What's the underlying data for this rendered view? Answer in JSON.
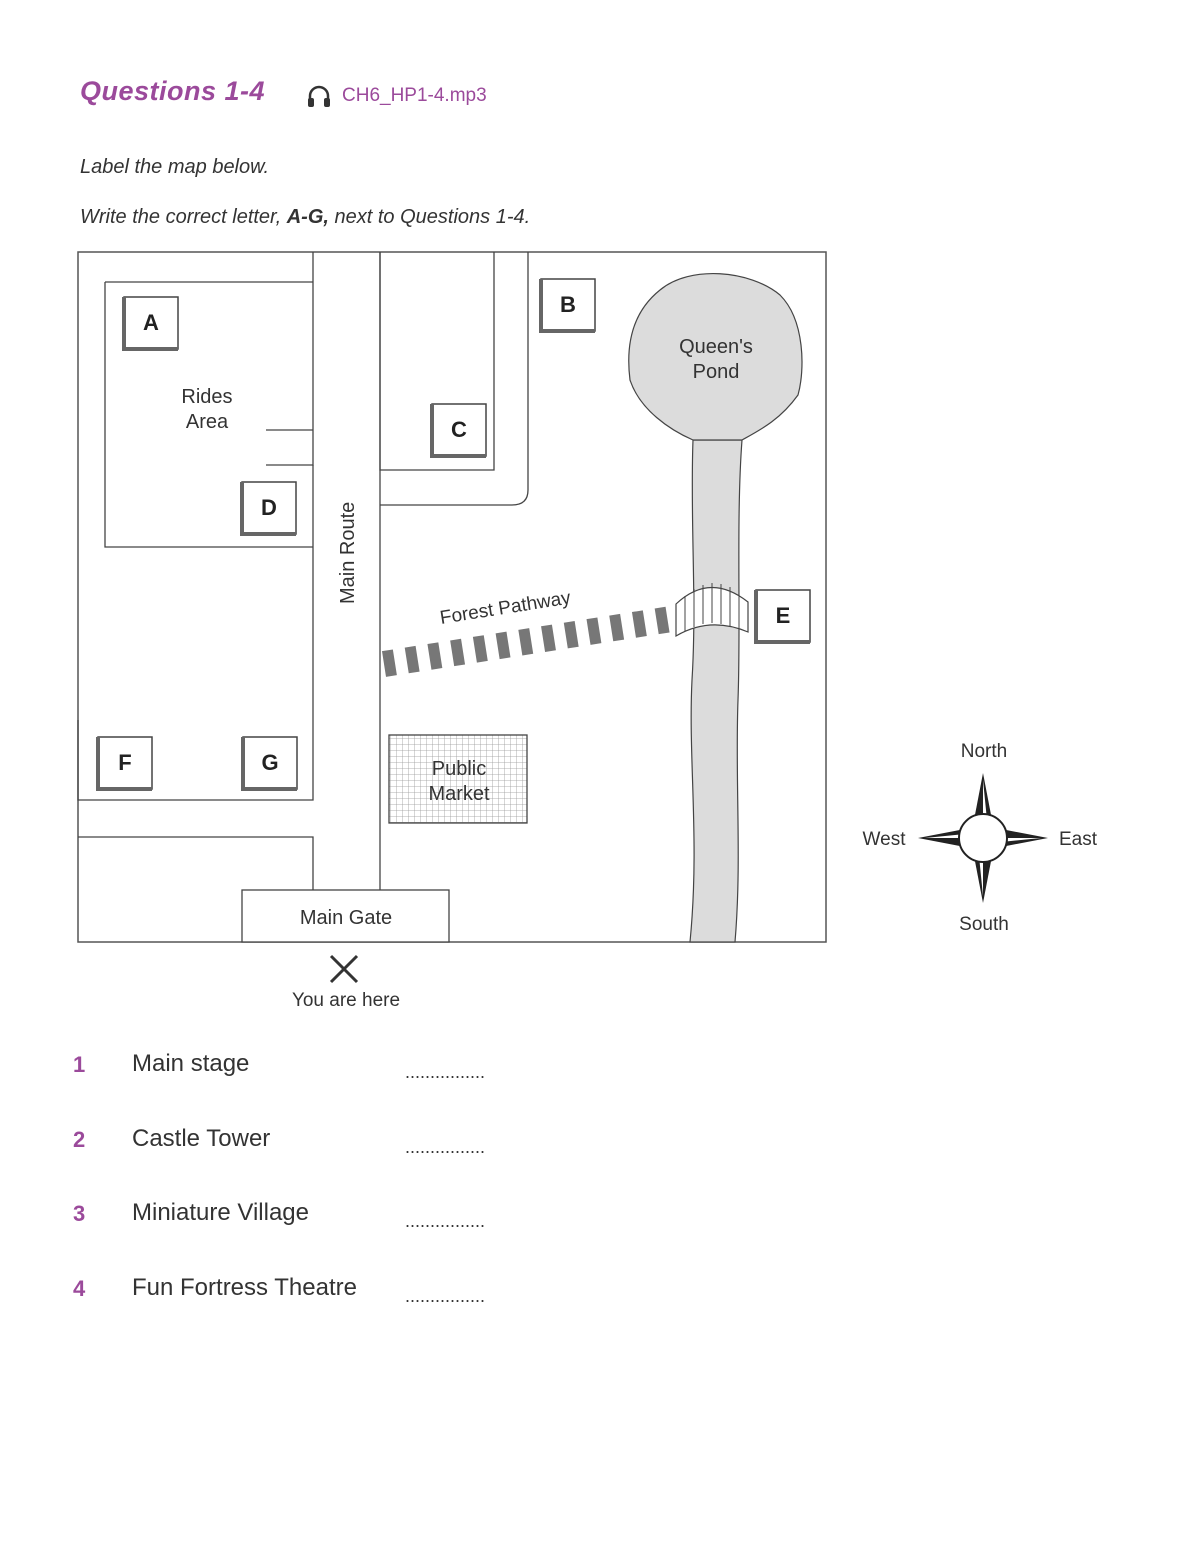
{
  "header": {
    "title": "Questions 1-4",
    "audio_file": "CH6_HP1-4.mp3",
    "audio_icon": "headphones-icon",
    "accent_color": "#9b4a9b"
  },
  "instructions": {
    "line1": "Label the map below.",
    "line2_pre": "Write the correct letter, ",
    "line2_bold": "A-G,",
    "line2_post": " next to Questions 1-4."
  },
  "map": {
    "letters": [
      "A",
      "B",
      "C",
      "D",
      "E",
      "F",
      "G"
    ],
    "rides_area": [
      "Rides",
      "Area"
    ],
    "queens_pond": [
      "Queen's",
      "Pond"
    ],
    "main_route": "Main Route",
    "forest_pathway": "Forest Pathway",
    "public_market": [
      "Public",
      "Market"
    ],
    "main_gate": "Main Gate",
    "you_are_here": "You are here",
    "compass": {
      "north": "North",
      "south": "South",
      "east": "East",
      "west": "West"
    }
  },
  "questions": [
    {
      "number": "1",
      "text": "Main stage",
      "blank": "................"
    },
    {
      "number": "2",
      "text": "Castle Tower",
      "blank": "................"
    },
    {
      "number": "3",
      "text": "Miniature Village",
      "blank": "................"
    },
    {
      "number": "4",
      "text": "Fun Fortress Theatre",
      "blank": "................"
    }
  ]
}
